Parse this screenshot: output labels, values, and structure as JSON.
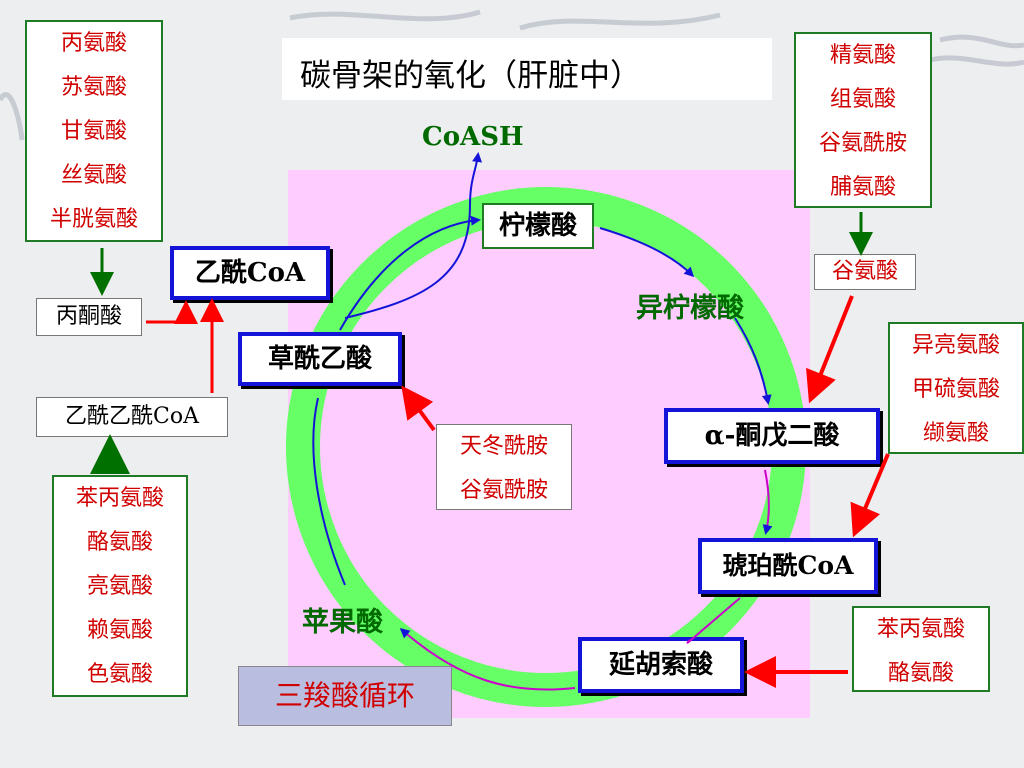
{
  "title": "碳骨架的氧化（肝脏中）",
  "coash": "CoASH",
  "cycle": {
    "citrate": "柠檬酸",
    "isocitrate": "异柠檬酸",
    "akg": "α-酮戊二酸",
    "succinyl_coa": "琥珀酰CoA",
    "fumarate": "延胡索酸",
    "malate": "苹果酸",
    "oxaloacetate": "草酰乙酸",
    "acetyl_coa": "乙酰CoA",
    "label": "三羧酸循环"
  },
  "pyruvate": "丙酮酸",
  "acetoacetyl_coa": "乙酰乙酰CoA",
  "groups": {
    "to_pyruvate": [
      "丙氨酸",
      "苏氨酸",
      "甘氨酸",
      "丝氨酸",
      "半胱氨酸"
    ],
    "to_glutamate": [
      "精氨酸",
      "组氨酸",
      "谷氨酰胺",
      "脯氨酸"
    ],
    "glutamate": "谷氨酸",
    "to_succinyl": [
      "异亮氨酸",
      "甲硫氨酸",
      "缬氨酸"
    ],
    "to_oxaloacetate": [
      "天冬酰胺",
      "谷氨酰胺"
    ],
    "to_acetoacetyl": [
      "苯丙氨酸",
      "酪氨酸",
      "亮氨酸",
      "赖氨酸",
      "色氨酸"
    ],
    "to_fumarate": [
      "苯丙氨酸",
      "酪氨酸"
    ]
  },
  "colors": {
    "ring": "#66ff66",
    "panel": "#ffccff",
    "arrow_red": "#ff0000",
    "arrow_green": "#007000",
    "border_blue": "#1414d8"
  }
}
